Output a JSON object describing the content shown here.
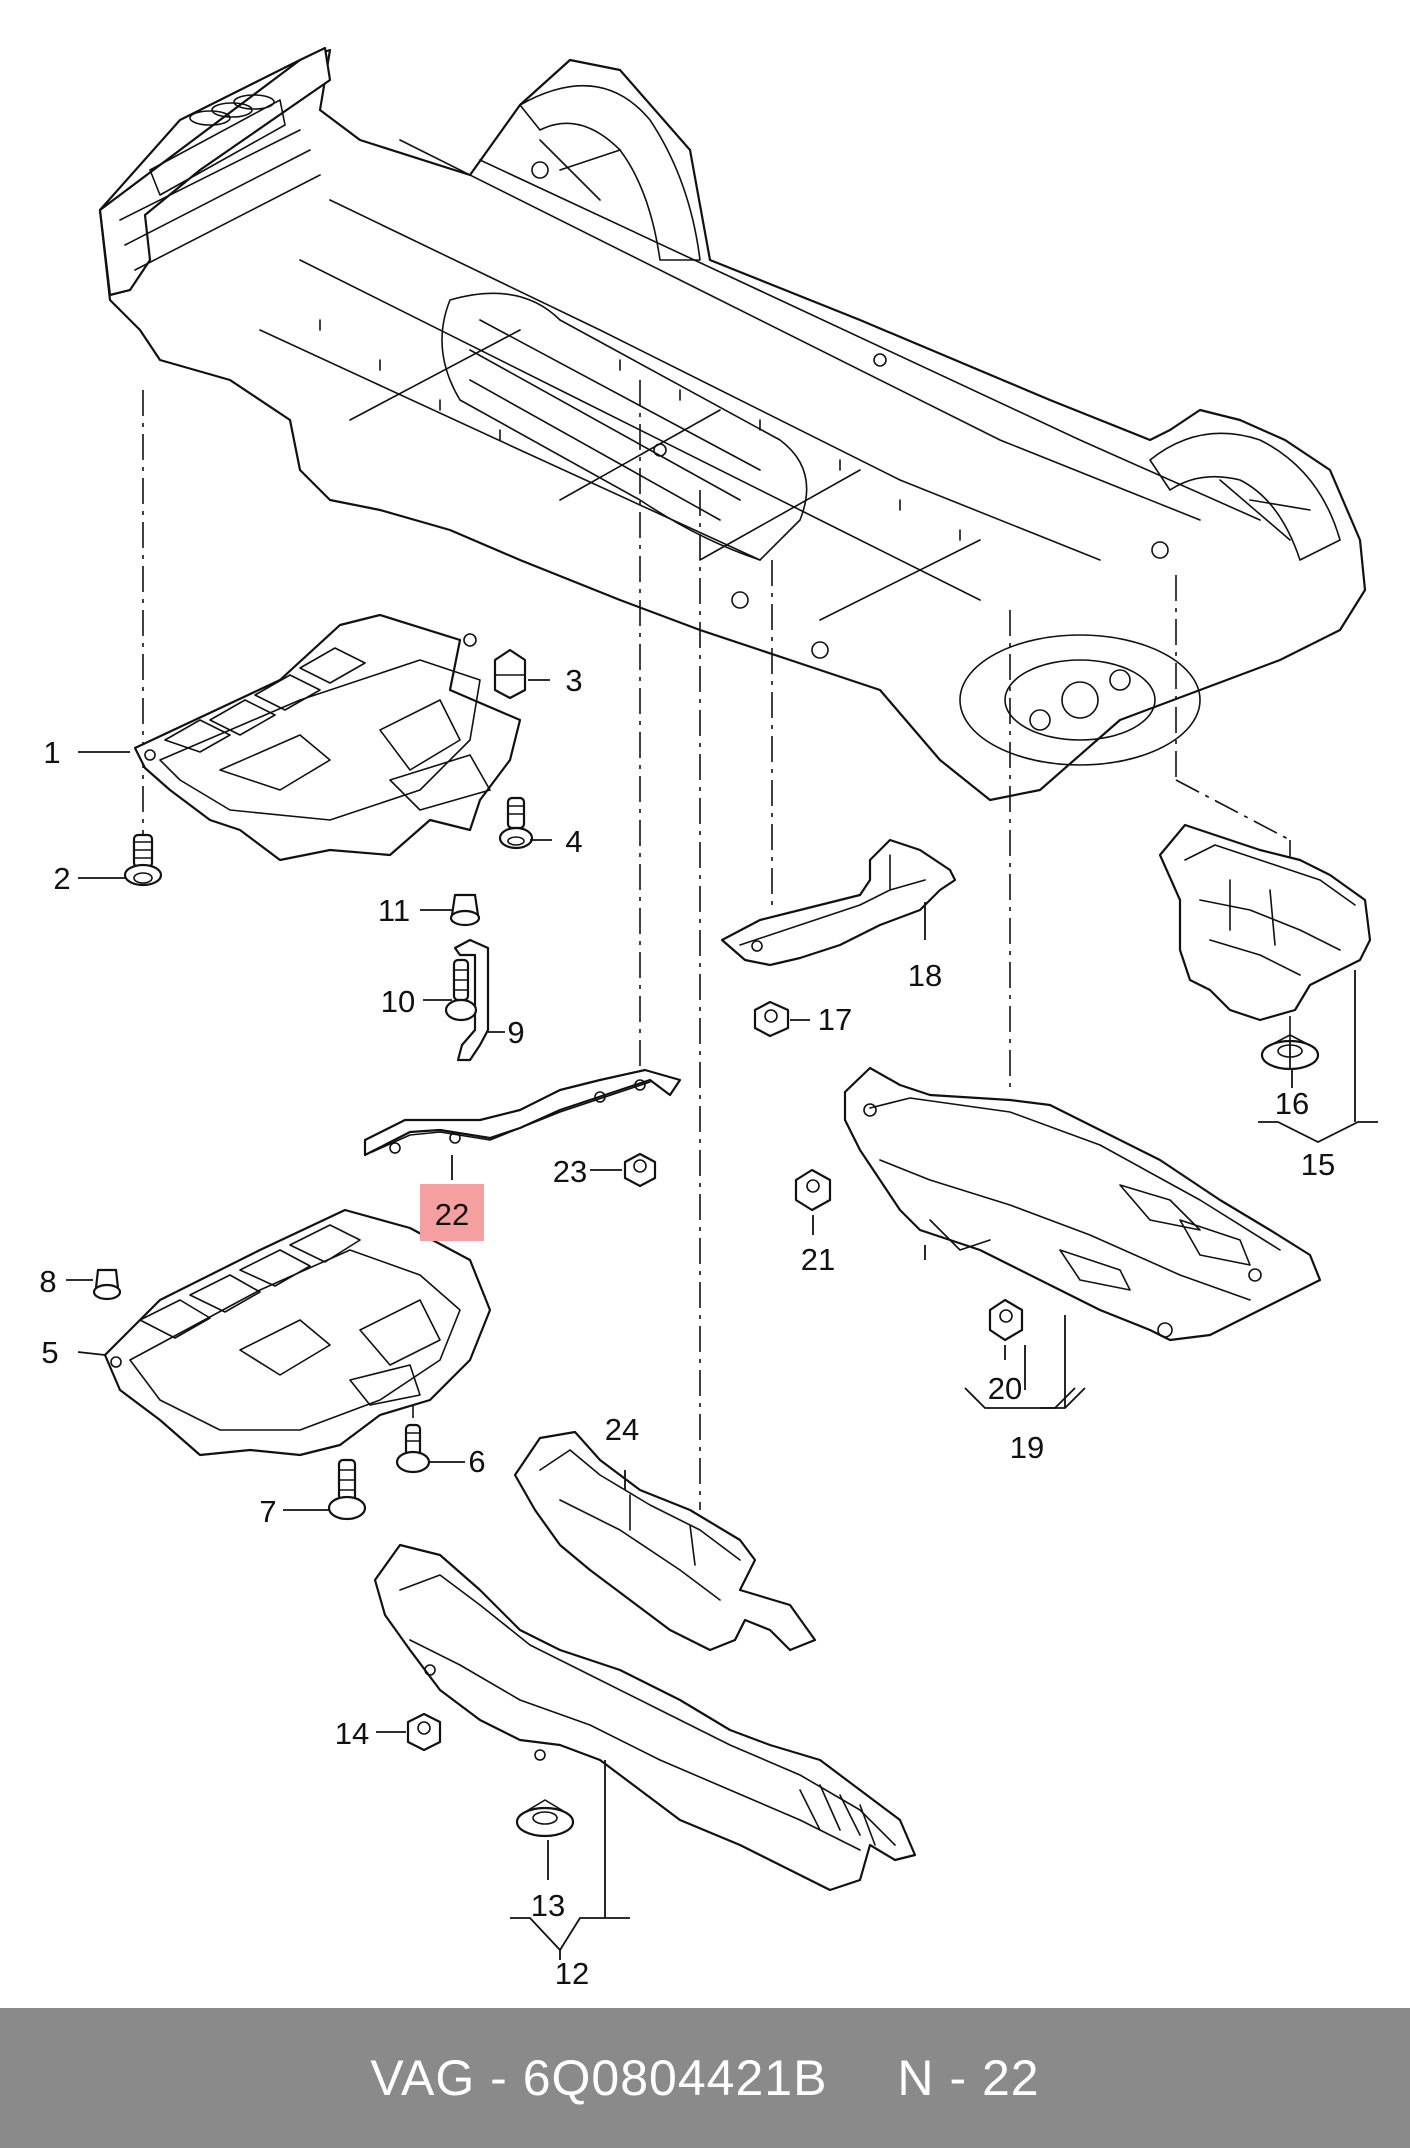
{
  "callouts": {
    "c1": "1",
    "c2": "2",
    "c3": "3",
    "c4": "4",
    "c5": "5",
    "c6": "6",
    "c7": "7",
    "c8": "8",
    "c9": "9",
    "c10": "10",
    "c11": "11",
    "c12": "12",
    "c13": "13",
    "c14": "14",
    "c15": "15",
    "c16": "16",
    "c17": "17",
    "c18": "18",
    "c19": "19",
    "c20": "20",
    "c21": "21",
    "c22": "22",
    "c23": "23",
    "c24": "24"
  },
  "highlight": {
    "part": "22",
    "color": "#f4a0a0"
  },
  "footer": {
    "brand": "VAG",
    "separator": "-",
    "part_number": "6Q0804421B",
    "page_prefix": "N",
    "page_separator": "-",
    "page_number": "22",
    "background": "#8a8a8a",
    "text_color": "#ffffff"
  }
}
